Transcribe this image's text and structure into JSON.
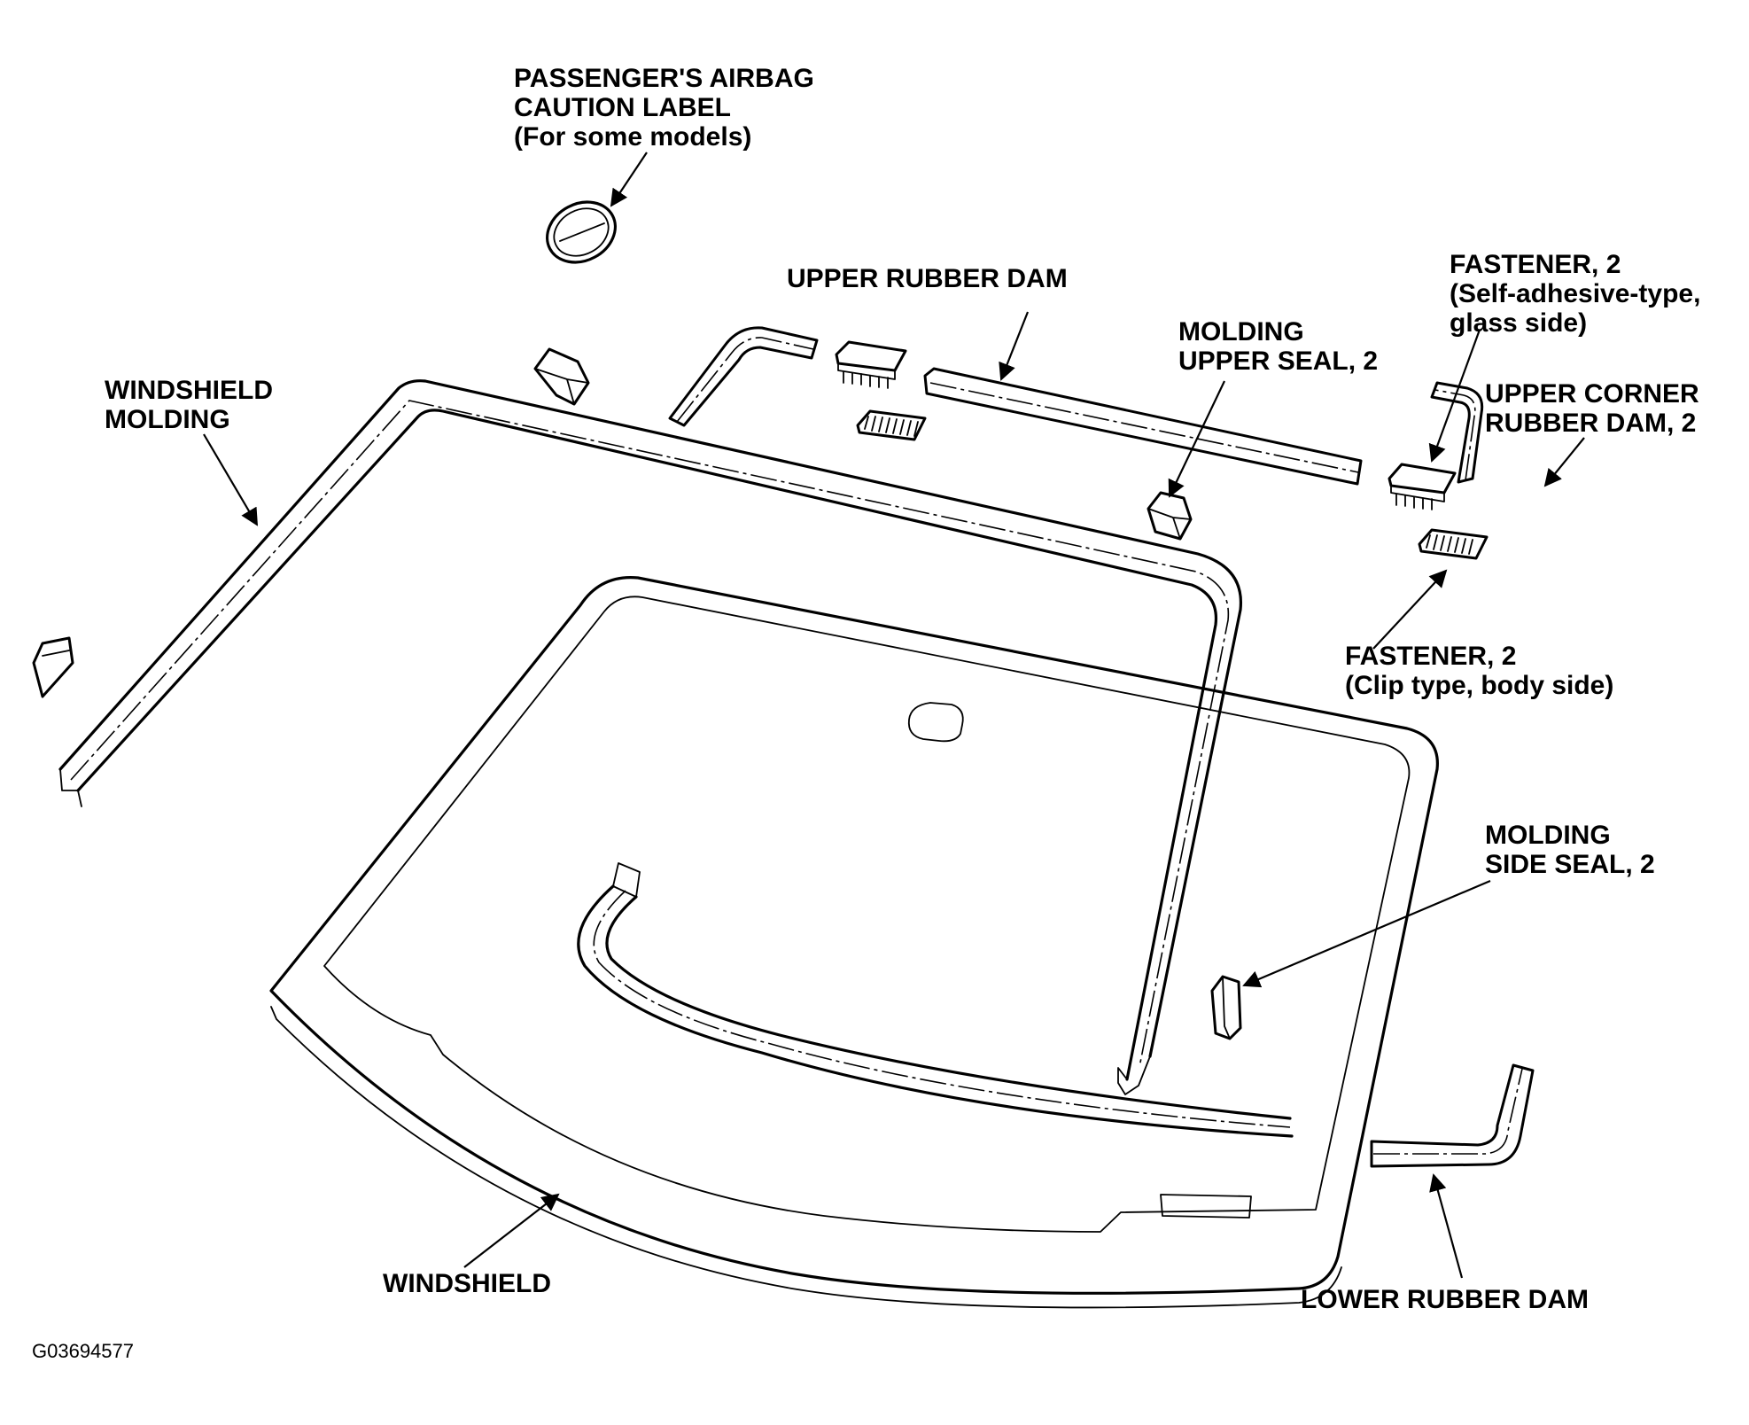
{
  "labels": {
    "airbag_label": [
      "PASSENGER'S AIRBAG",
      "CAUTION LABEL",
      "(For some models)"
    ],
    "upper_rubber_dam": [
      "UPPER RUBBER DAM"
    ],
    "fastener_glass": [
      "FASTENER, 2",
      "(Self-adhesive-type,",
      "glass side)"
    ],
    "molding_upper_seal": [
      "MOLDING",
      "UPPER SEAL, 2"
    ],
    "windshield_molding": [
      "WINDSHIELD",
      "MOLDING"
    ],
    "upper_corner_dam": [
      "UPPER CORNER",
      "RUBBER DAM, 2"
    ],
    "fastener_body": [
      "FASTENER, 2",
      "(Clip type, body side)"
    ],
    "molding_side_seal": [
      "MOLDING",
      "SIDE SEAL, 2"
    ],
    "windshield": [
      "WINDSHIELD"
    ],
    "lower_rubber_dam": [
      "LOWER RUBBER DAM"
    ]
  },
  "figure_id": "G03694577"
}
